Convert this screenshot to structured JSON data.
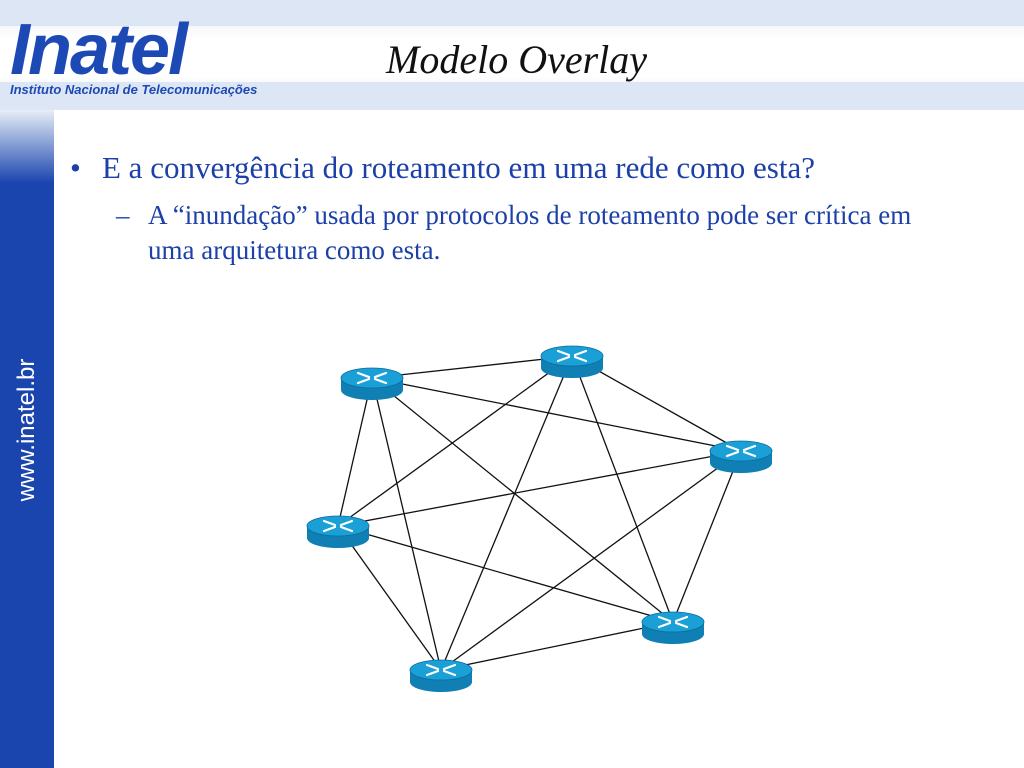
{
  "logo": {
    "wordmark": "Inatel",
    "subtitle": "Instituto Nacional de Telecomunicações"
  },
  "slide": {
    "title": "Modelo Overlay",
    "side_url": "www.inatel.br",
    "bullets": [
      {
        "text": "E a convergência do roteamento em uma rede como esta?",
        "subbullets": [
          "A “inundação” usada por protocolos de roteamento pode ser crítica em uma arquitetura como esta."
        ]
      }
    ]
  },
  "diagram": {
    "node_type": "router",
    "node_count": 6,
    "topology": "full-mesh",
    "colors": {
      "router_top": "#1aa0d6",
      "router_side": "#0f7fb4",
      "link": "#111111",
      "brand_blue": "#1b45ae"
    }
  }
}
